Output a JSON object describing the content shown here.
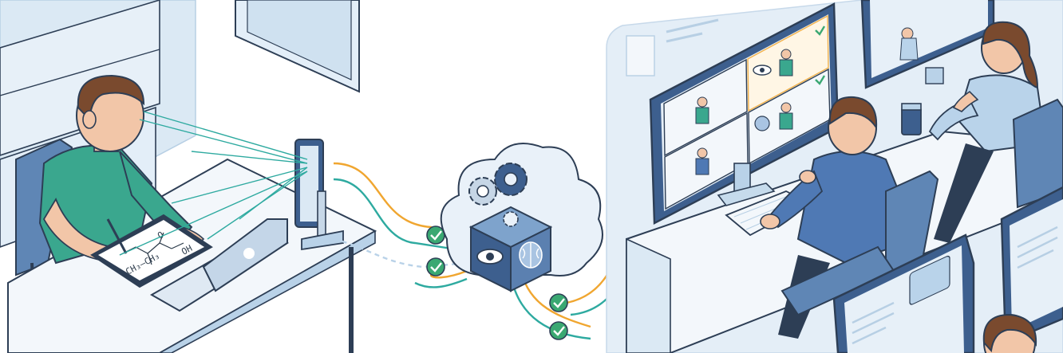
{
  "colors": {
    "background": "#ffffff",
    "wall_light": "#dbe9f4",
    "wall_mid": "#c6dbec",
    "outline": "#2d3e55",
    "desk_top": "#f3f7fb",
    "desk_side": "#b9d2e8",
    "chair": "#5f86b5",
    "chair_dark": "#3f6595",
    "shirt_teal": "#3aa78e",
    "shirt_blue": "#4f79b4",
    "shirt_lightblue": "#b9d3ea",
    "skin": "#f2c6a8",
    "hair_brown": "#7a4a2e",
    "stream_orange": "#f0a630",
    "stream_teal": "#2eaaa0",
    "check_green": "#3aa872",
    "cube_face": "#3d5f8e",
    "cloud": "#e9f1f9",
    "screen": "#e7f0f8",
    "tile_highlight": "#f3b24a"
  },
  "molecule_text": {
    "line1": "CH₃–CH₃",
    "line2": "OH",
    "atom_o": "O"
  },
  "icons": [
    "eye-icon",
    "brain-icon",
    "gear-icon",
    "check-icon",
    "cloud-icon",
    "camera-icon"
  ]
}
